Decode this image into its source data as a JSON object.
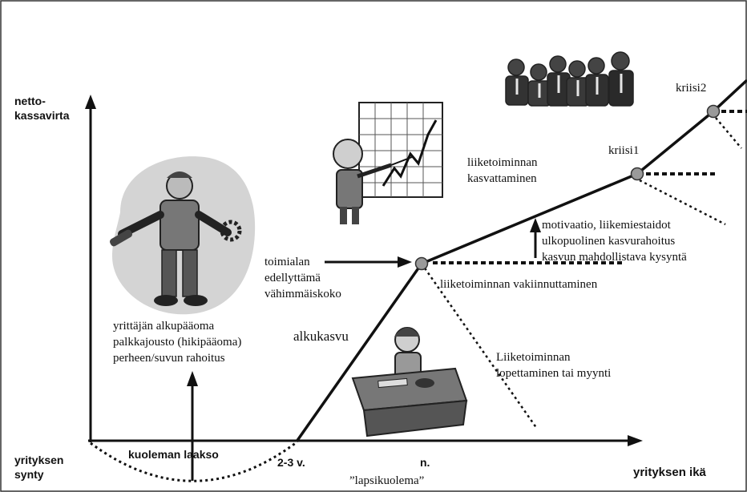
{
  "axes": {
    "y_label_line1": "netto-",
    "y_label_line2": "kassavirta",
    "x_label": "yrityksen ikä",
    "origin_line1": "yrityksen",
    "origin_line2": "synty",
    "valley": "kuoleman laakso",
    "tick_years": "2-3 v.",
    "tick_n": "n.",
    "child_death": "”lapsikuolema”"
  },
  "labels": {
    "founder_line1": "yrittäjän alkupääoma",
    "founder_line2": "palkkajousto (hikipääoma)",
    "founder_line3": "perheen/suvun rahoitus",
    "initial_growth": "alkukasvu",
    "min_size_line1": "toimialan",
    "min_size_line2": "edellyttämä",
    "min_size_line3": "vähimmäiskoko",
    "stabilize": "liiketoiminnan vakiinnuttaminen",
    "exit_line1": "Liiketoiminnan",
    "exit_line2": "lopettaminen tai myynti",
    "grow_line1": "liiketoiminnan",
    "grow_line2": "kasvattaminen",
    "drivers_line1": "motivaatio, liikemiestaidot",
    "drivers_line2": "ulkopuolinen kasvurahoitus",
    "drivers_line3": "kasvun mahdollistava kysyntä",
    "crisis1": "kriisi1",
    "crisis2": "kriisi2"
  },
  "colors": {
    "line": "#111111",
    "node": "#9a9a9a",
    "blob": "#d4d4d4"
  },
  "illustrations": [
    "mechanic-clipart",
    "presenter-chart-clipart",
    "office-worker-clipart",
    "business-group-clipart"
  ]
}
